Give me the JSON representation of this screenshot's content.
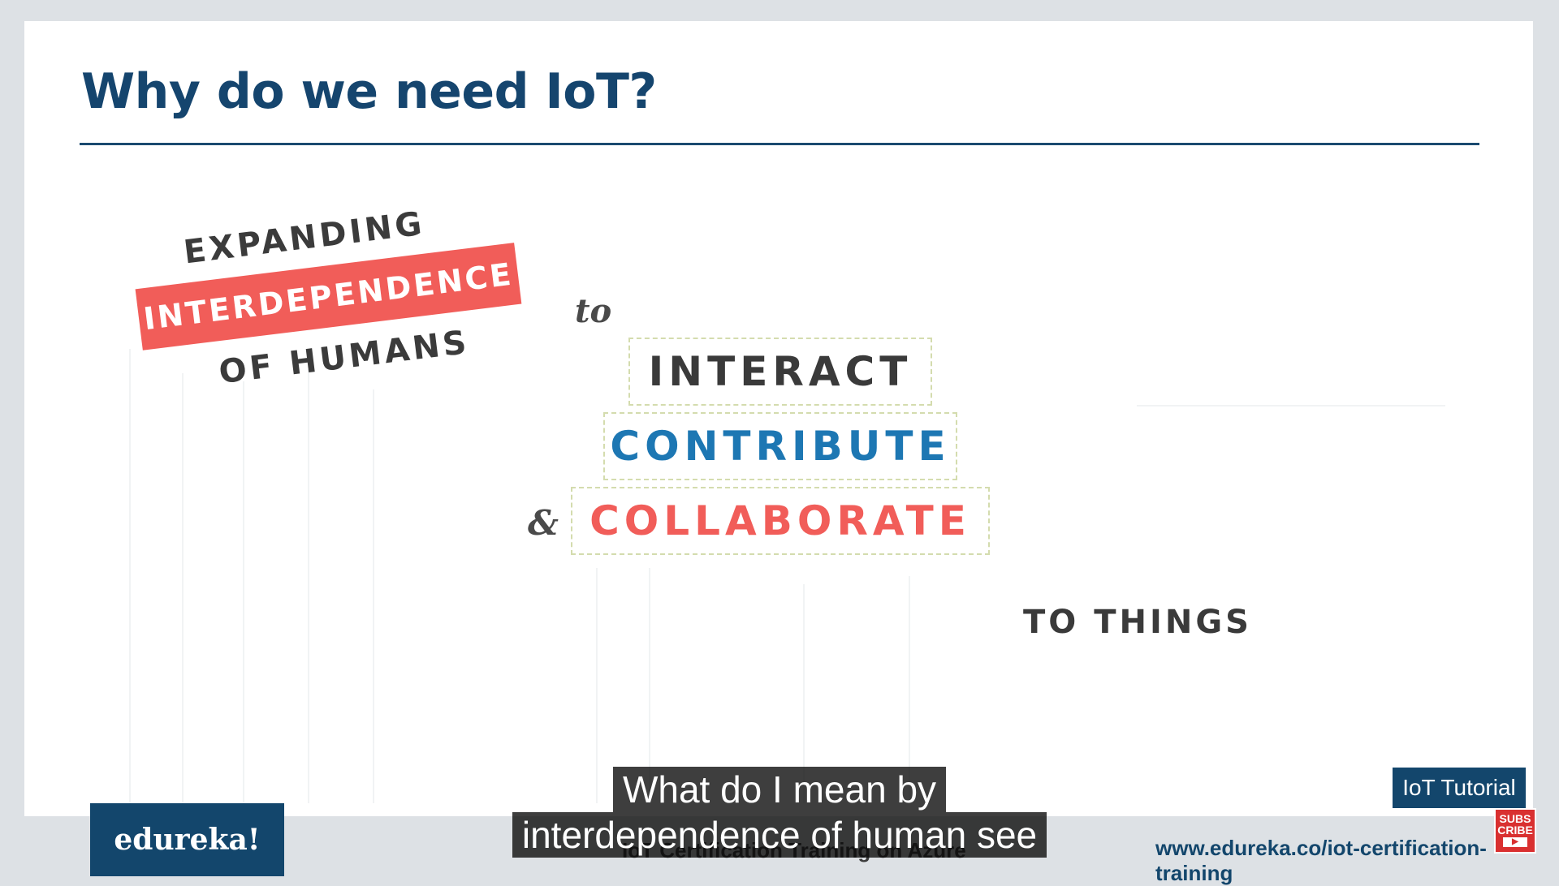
{
  "slide": {
    "title": "Why do we need IoT?",
    "headline": {
      "line1": "EXPANDING",
      "badge": "INTERDEPENDENCE",
      "line3": "OF HUMANS"
    },
    "connector_to": "to",
    "verbs": [
      {
        "label": "INTERACT",
        "color": "#3a3a3a"
      },
      {
        "label": "CONTRIBUTE",
        "color": "#1d77b3"
      },
      {
        "label": "COLLABORATE",
        "color": "#f15d59"
      }
    ],
    "ampersand": "&",
    "closing": "TO THINGS"
  },
  "footer": {
    "brand": "edureka!",
    "course": "IoT Certification Training on Azure",
    "url": "www.edureka.co/iot-certification-training",
    "tag": "IoT Tutorial"
  },
  "overlay": {
    "subscribe_label": "SUBS CRIBE",
    "subtitles": [
      "What do I mean by",
      "interdependence of human see"
    ]
  },
  "colors": {
    "brand_navy": "#13466c",
    "title_blue": "#15456e",
    "accent_red": "#f15d59",
    "accent_blue": "#1d77b3"
  }
}
